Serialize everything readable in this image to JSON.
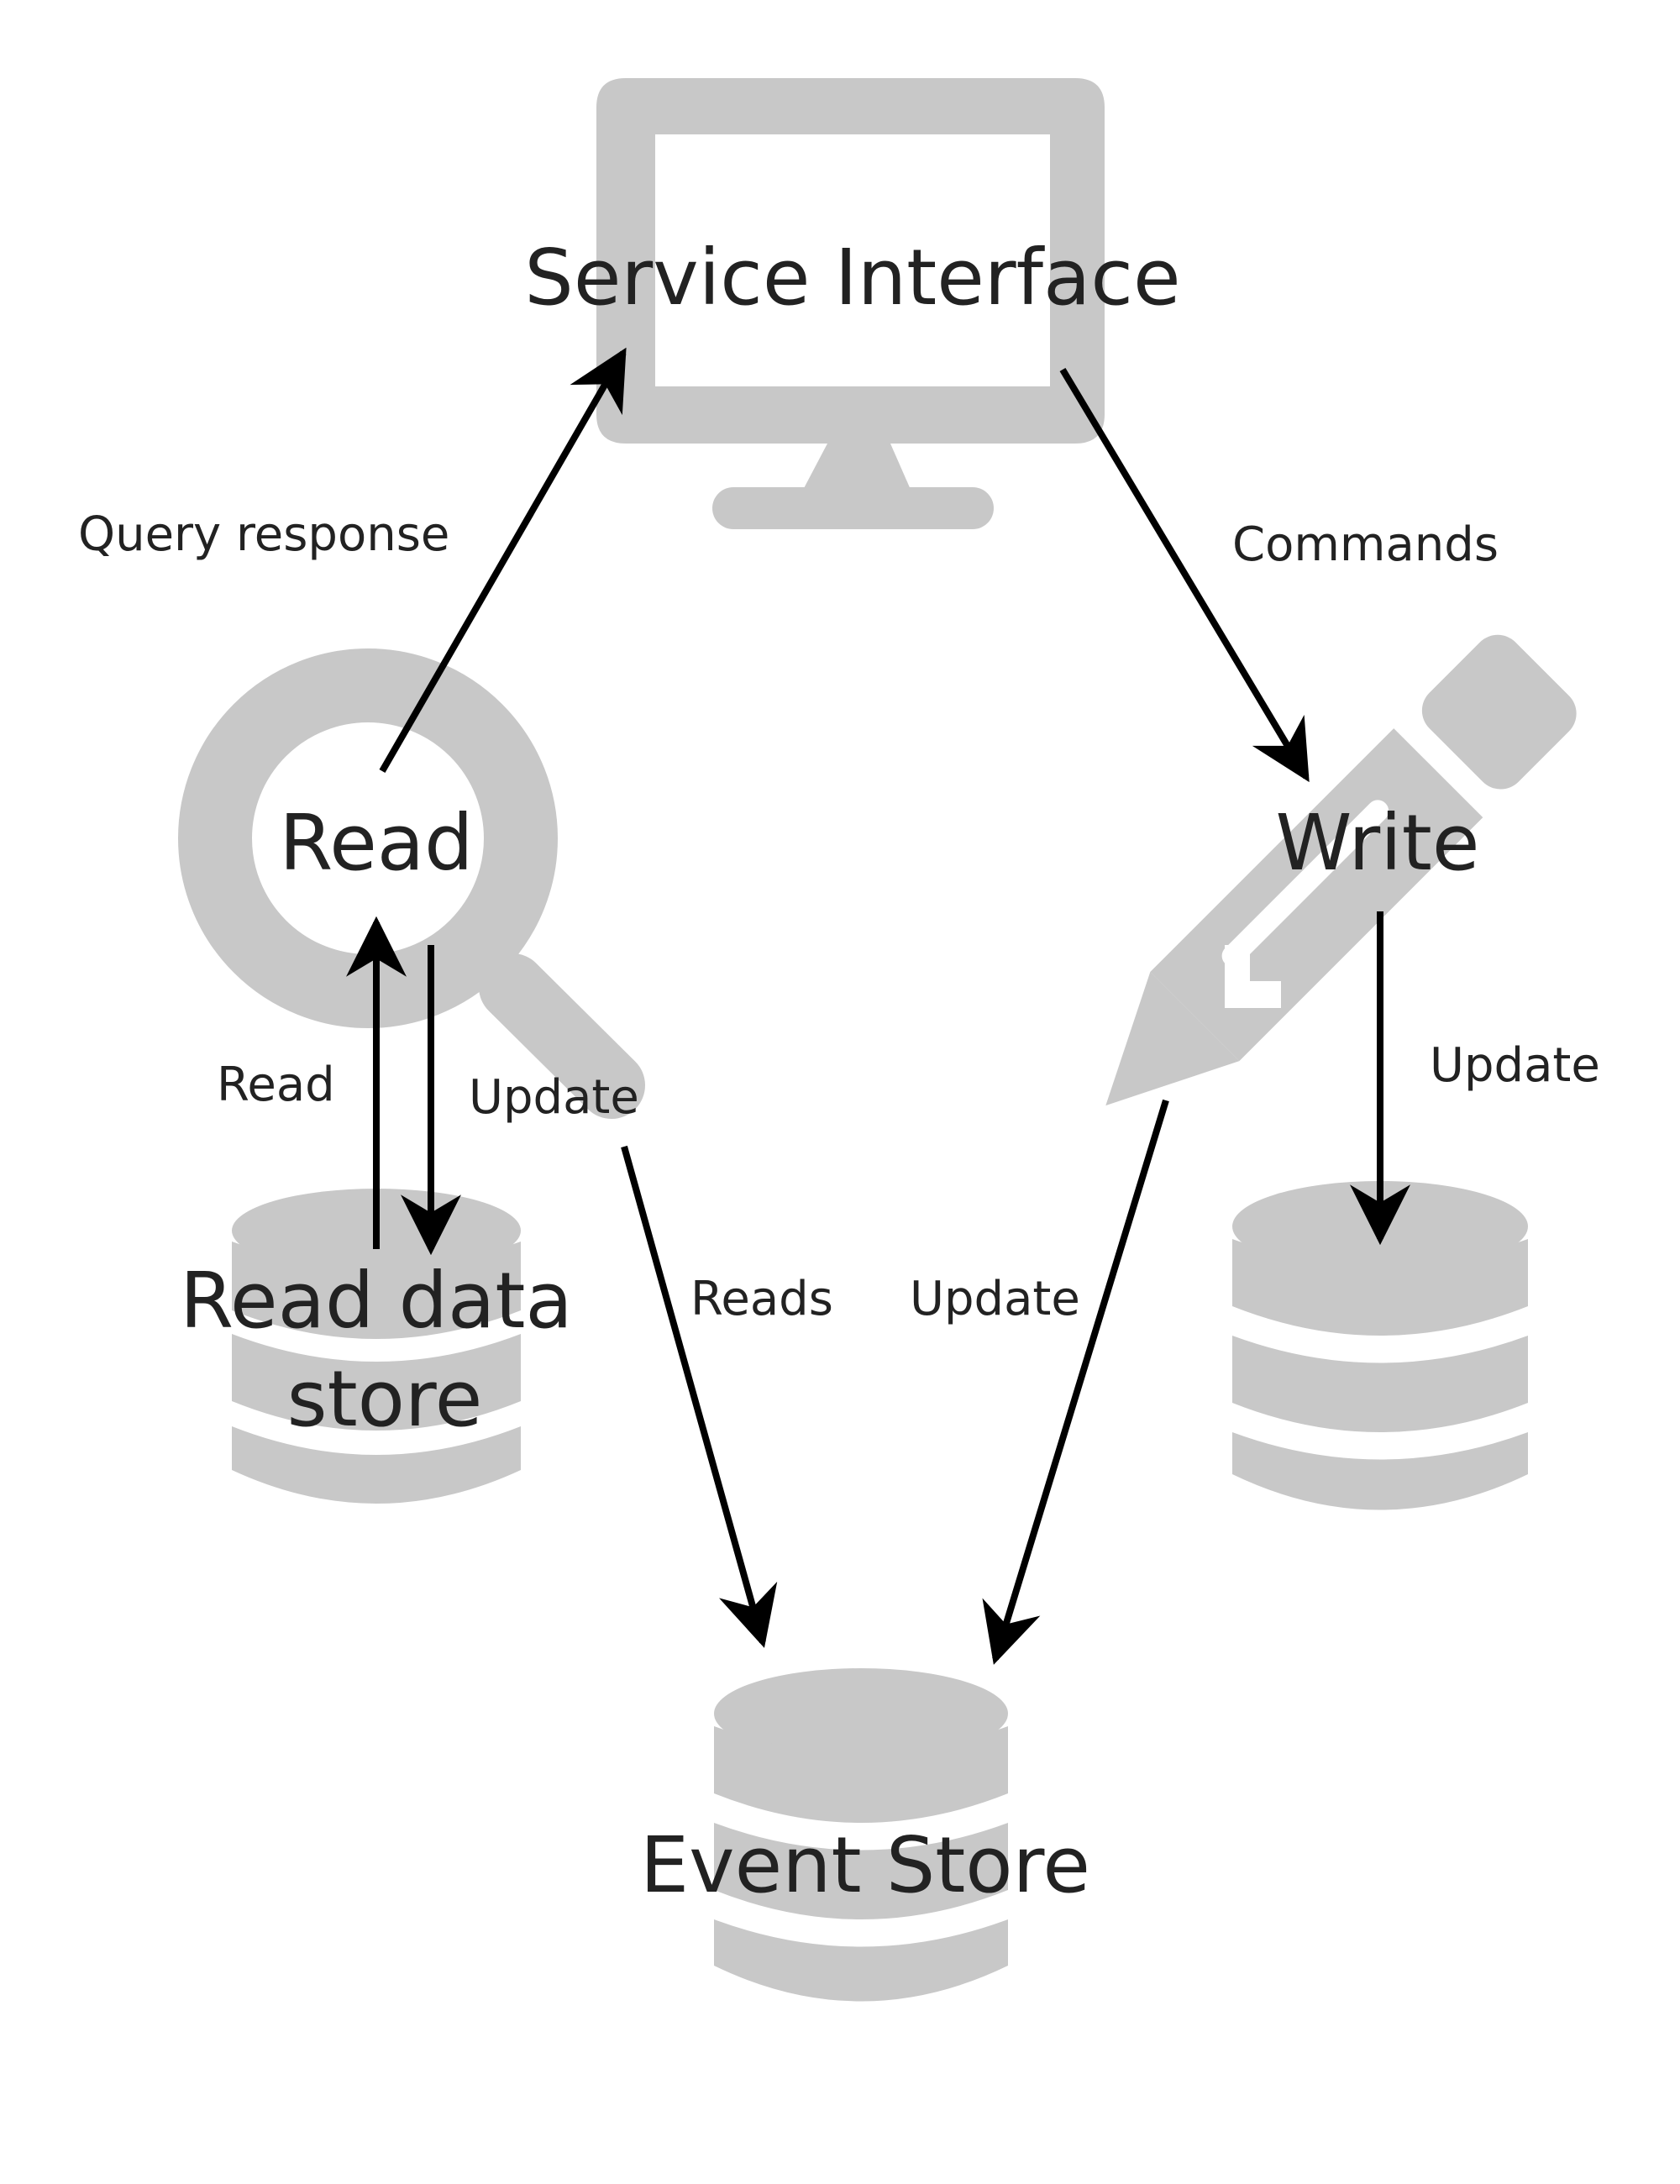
{
  "colors": {
    "icon": "#c8c8c8",
    "arrow": "#000000",
    "text": "#222222",
    "background": "#ffffff"
  },
  "nodes": {
    "service_interface": {
      "label": "Service Interface",
      "icon": "monitor-icon"
    },
    "read": {
      "label": "Read",
      "icon": "magnifier-icon"
    },
    "write": {
      "label": "Write",
      "icon": "pencil-icon"
    },
    "read_data_store": {
      "label_line1": "Read data",
      "label_line2": "store",
      "icon": "database-icon"
    },
    "write_data_store": {
      "icon": "database-icon"
    },
    "event_store": {
      "label": "Event Store",
      "icon": "database-icon"
    }
  },
  "edges": {
    "query_response": "Query response",
    "commands": "Commands",
    "read_from_store": "Read",
    "update_read_store": "Update",
    "update_write_store": "Update",
    "reads_event_store": "Reads",
    "update_event_store": "Update"
  }
}
